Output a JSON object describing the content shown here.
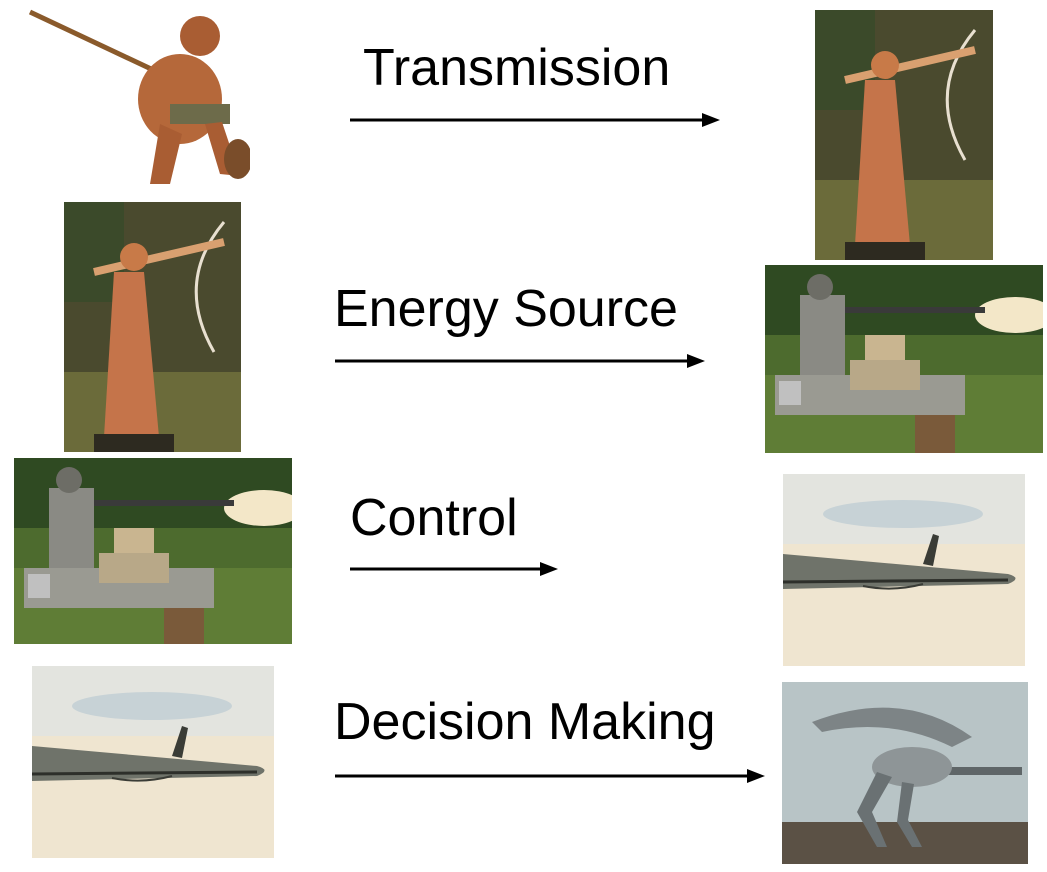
{
  "slide": {
    "title": "",
    "rows": [
      {
        "label": "Transmission"
      },
      {
        "label": "Energy Source"
      },
      {
        "label": "Control"
      },
      {
        "label": "Decision Making"
      }
    ]
  },
  "images": {
    "caveman": "caveman-with-spear-figurine",
    "archer": "bronze-archer-statue",
    "musket": "soldier-firing-musket",
    "missile": "cruise-missile-in-flight",
    "robot": "robotic-walker-machine"
  },
  "colors": {
    "background": "#ffffff",
    "text": "#000000",
    "arrow": "#000000"
  }
}
